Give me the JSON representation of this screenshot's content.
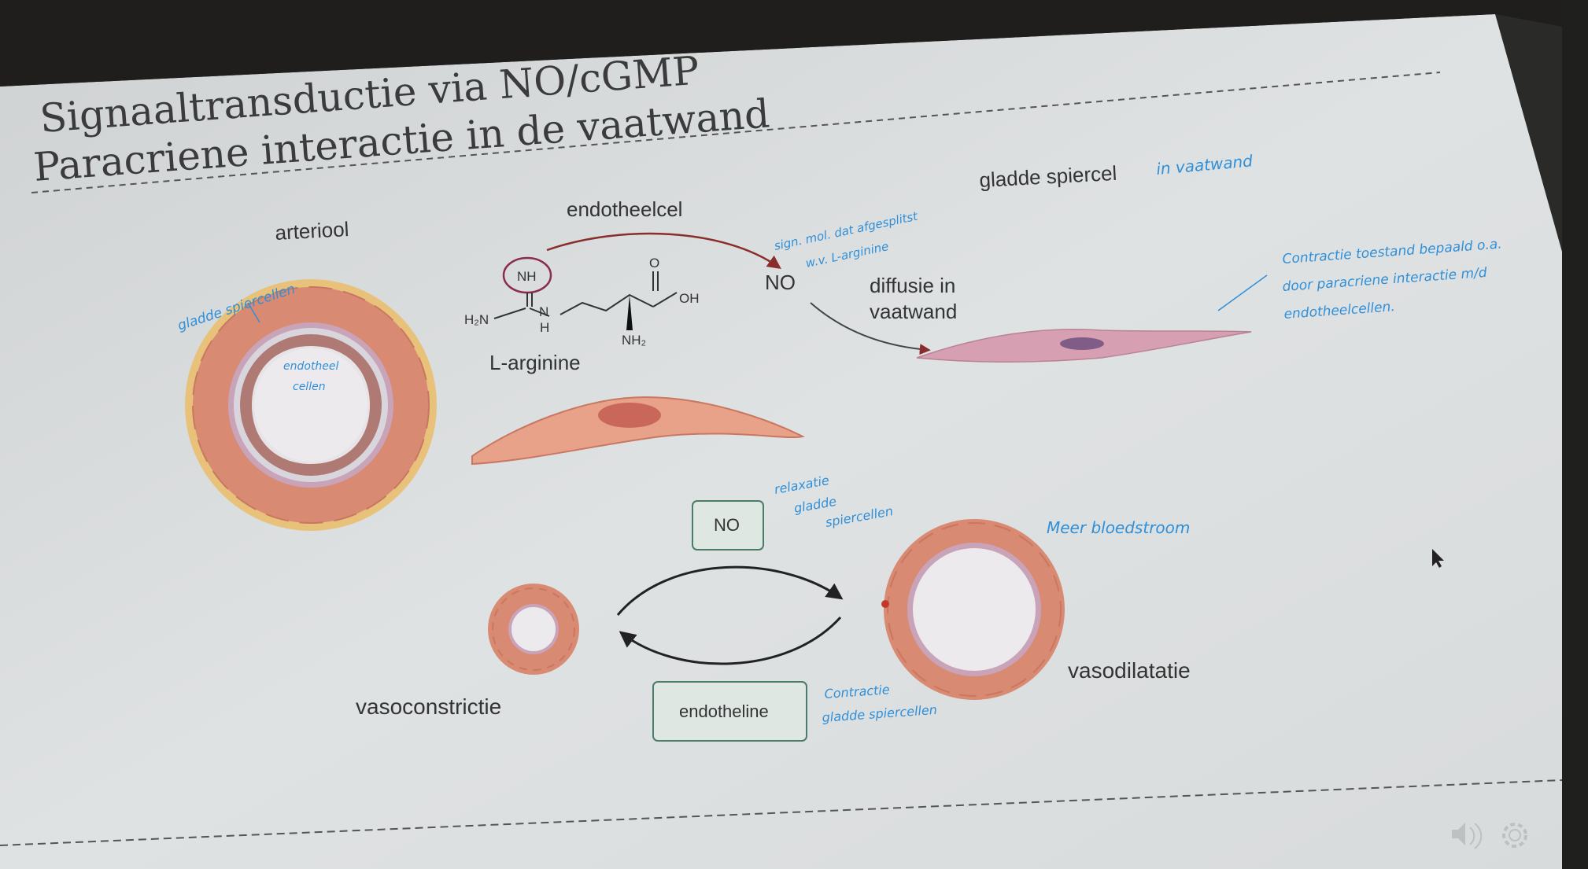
{
  "slide": {
    "title_line1": "Signaaltransductie via NO/cGMP",
    "title_line2": "Paracriene interactie in de vaatwand"
  },
  "diagram": {
    "arteriole_label": "arteriool",
    "endothelial_cell_label": "endotheelcel",
    "smooth_muscle_label": "gladde spiercel",
    "l_arginine_label": "L-arginine",
    "no_label": "NO",
    "diffusion_label_line1": "diffusie in",
    "diffusion_label_line2": "vaatwand",
    "no_box_label": "NO",
    "endothelin_box_label": "endotheline",
    "vasoconstriction_label": "vasoconstrictie",
    "vasodilation_label": "vasodilatatie",
    "chem": {
      "nh_circled": "NH",
      "h2n": "H₂N",
      "n": "N",
      "h": "H",
      "o": "O",
      "oh": "OH",
      "nh2": "NH₂"
    }
  },
  "handwritten": {
    "smooth_muscle_cells": "gladde spiercellen",
    "endothelial_cells_line1": "endotheel",
    "endothelial_cells_line2": "cellen",
    "signal_mol_line1": "sign. mol. dat afgesplitst",
    "signal_mol_line2": "w.v. L-arginine",
    "in_vessel_wall": "in vaatwand",
    "contraction_line1": "Contractie toestand bepaald o.a.",
    "contraction_line2": "door paracriene interactie m/d",
    "contraction_line3": "endotheelcellen.",
    "relaxation_line1": "relaxatie",
    "relaxation_line2": "gladde",
    "relaxation_line3": "spiercellen",
    "more_bloodflow": "Meer bloedstroom",
    "contraction_sm_line1": "Contractie",
    "contraction_sm_line2": "gladde spiercellen"
  },
  "colors": {
    "slide_bg": "#d9dcdd",
    "vessel_wall": "#d98a72",
    "vessel_outer": "#e8c27a",
    "endothelium": "#b9a8c8",
    "cell_body": "#e9a28a",
    "nucleus": "#c9685a",
    "smooth_muscle": "#d6a0b2",
    "handwriting": "#2f8fd8",
    "box_fill": "#dfe7e3",
    "box_stroke": "#4a7c68",
    "arrow_red": "#8a2d2d"
  },
  "icons": [
    "speaker-icon",
    "gear-icon",
    "mouse-cursor-icon"
  ]
}
